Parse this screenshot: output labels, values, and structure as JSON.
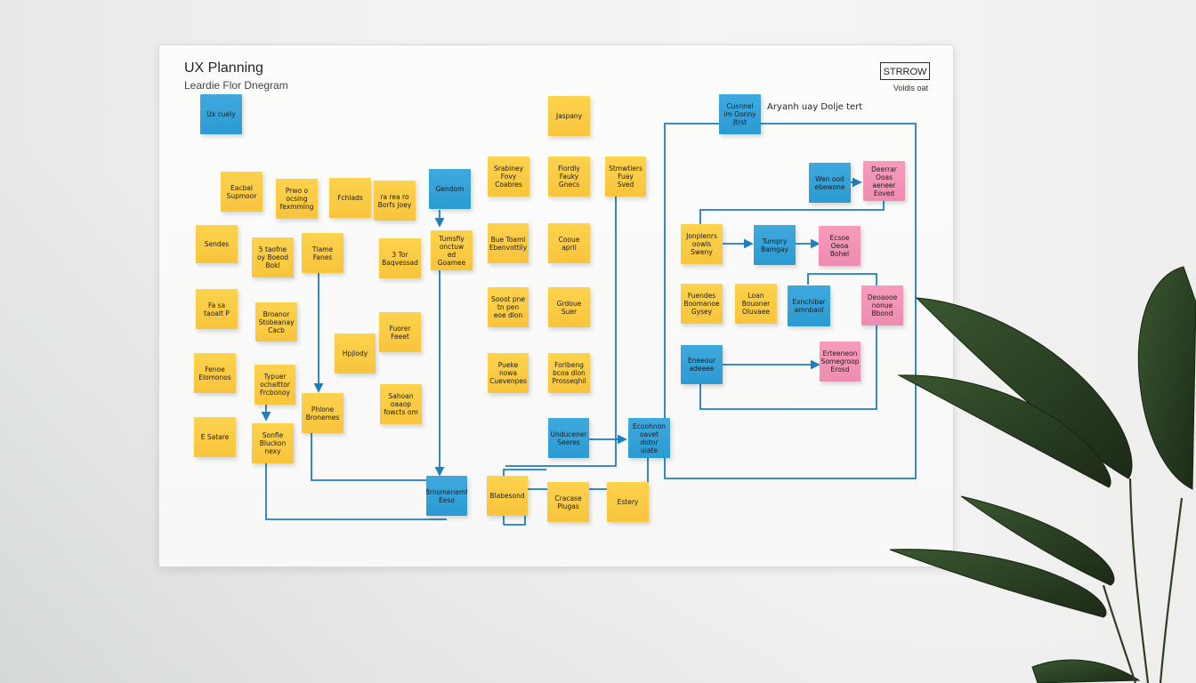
{
  "board": {
    "title": "UX Planning",
    "subtitle": "Leardie Flor Dnegram",
    "legend_label": "STRROW",
    "legend_caption": "Voldis oat",
    "annotation": "Aryanh uay Dolje tert"
  },
  "colors": {
    "yellow": "#f8c53c",
    "blue": "#2b9bd3",
    "pink": "#ef8bb0",
    "line": "#1d7fbf",
    "plant": "#25331f"
  },
  "notes": {
    "n1": "Ux cuely",
    "n2": "Eacbal Supmoor",
    "n3": "Prwo o ocsing fexmming",
    "n4": "Fchlads",
    "n5": "ra rea ro Borfs Joey",
    "n6": "Gendom",
    "n7": "Srabiney Fovy Coabres",
    "n8": "Jaspany",
    "n9": "Fiordly Fauky Gnecs",
    "n10": "Stmwtiers Fuay Sved",
    "n11": "Cusnnel im Oonny Jtrst",
    "n12": "Sendes",
    "n13": "5 taofne oy Boeod Bokl",
    "n14": "Tlame Fanes",
    "n15": "3 Tor Baqvessad",
    "n16": "Tumsfiy onctuw ed Goamee",
    "n17": "Bue Toaml Ebenvottily",
    "n18": "Cooue april",
    "n19": "Fa sa taoalt P",
    "n20": "Broanor Stobeanay Cacb",
    "n21": "Fuorer Feeet",
    "n22": "Sooot pne tn pen eoe dlon",
    "n23": "Grdoue Suer",
    "n24": "Hpjiody",
    "n25": "Fenoe Elomonos",
    "n26": "Typuer ochalttor Frcbonoy",
    "n27": "Pueke nowa Cuevenpes",
    "n28": "Forlbeng bcoa dlon Prosseqhil",
    "n29": "Phlone Bronemes",
    "n30": "Sahoan oaaop fowcts om",
    "n31": "E Satare",
    "n32": "Sonfie Bluckon nexy",
    "n33": "Unducener Seeres",
    "n34": "Ecoohnon oavet dotnr uiate",
    "n35": "Brnsmenemt Eeso",
    "n36": "Blabesond",
    "n37": "Cracase Plugas",
    "n38": "Estery",
    "n39": "Wen ood ebewone",
    "n40": "Deerrar Ooas aeneer Eoved",
    "n41": "Jonplenrs oowls Sweny",
    "n42": "Tumpry Bamgay",
    "n43": "Ecsoe Oeoa Bohel",
    "n44": "Fuendes Boomanoe Gysey",
    "n45": "Loan Bouoner Oluvaee",
    "n46": "Exnchibar amnbaol",
    "n47": "Deoaooe nonue Bbond",
    "n48": "Eneeour adeeee",
    "n49": "Erteeneon Somegroop Erosd"
  }
}
